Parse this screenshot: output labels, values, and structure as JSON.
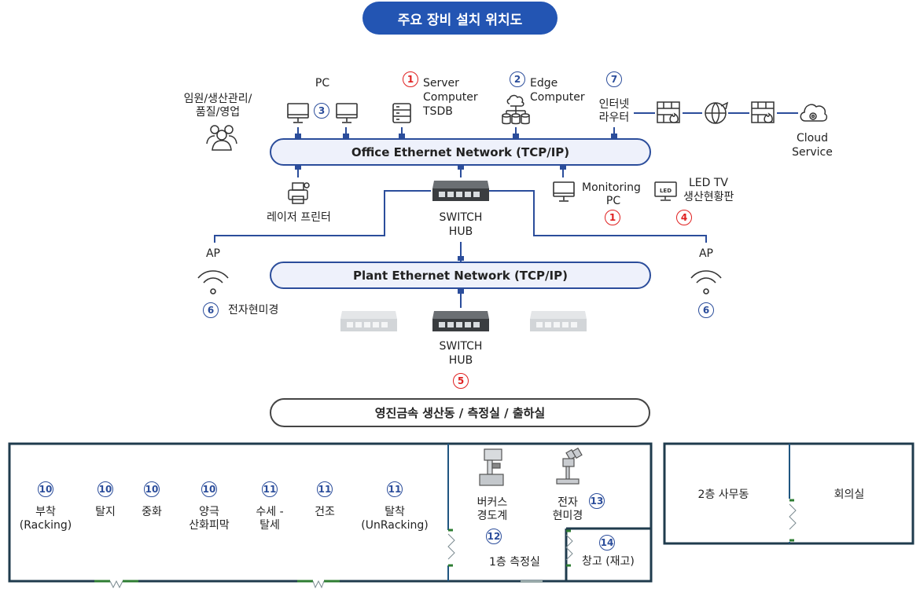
{
  "title": "주요 장비 설치 위치도",
  "colors": {
    "accent": "#2355b3",
    "line": "#2b4d9b",
    "red": "#e02020",
    "door": "#2e7d32"
  },
  "office_network": {
    "label": "Office Ethernet Network (TCP/IP)"
  },
  "plant_network": {
    "label": "Plant Ethernet Network (TCP/IP)"
  },
  "bottom_label": "영진금속 생산동 / 측정실 / 출하실",
  "top_devices": {
    "users_label_1": "임원/생산관리/",
    "users_label_2": "품질/영업",
    "pc_label": "PC",
    "pc_num": "3",
    "server_num": "1",
    "server_label_1": "Server",
    "server_label_2": "Computer",
    "server_label_3": "TSDB",
    "edge_num": "2",
    "edge_label_1": "Edge",
    "edge_label_2": "Computer",
    "router_num": "7",
    "router_label_1": "인터넷",
    "router_label_2": "라우터",
    "cloud_label_1": "Cloud",
    "cloud_label_2": "Service"
  },
  "mid_devices": {
    "printer_label": "레이저 프린터",
    "switch_label_1": "SWITCH",
    "switch_label_2": "HUB",
    "monitoring_label_1": "Monitoring",
    "monitoring_label_2": "PC",
    "monitoring_num": "1",
    "led_icon_text": "LED",
    "led_label_1": "LED TV",
    "led_label_2": "생산현황판",
    "led_num": "4",
    "ap_left_label": "AP",
    "ap_right_label": "AP",
    "microscope_num": "6",
    "microscope_label": "전자현미경",
    "ap_right_num": "6"
  },
  "plant_devices": {
    "switch_label_1": "SWITCH",
    "switch_label_2": "HUB",
    "switch_num": "5"
  },
  "floor": {
    "stations": [
      {
        "num": "10",
        "label_1": "부착",
        "label_2": "(Racking)"
      },
      {
        "num": "10",
        "label_1": "탈지",
        "label_2": ""
      },
      {
        "num": "10",
        "label_1": "중화",
        "label_2": ""
      },
      {
        "num": "10",
        "label_1": "양극",
        "label_2": "산화피막"
      },
      {
        "num": "11",
        "label_1": "수세 -",
        "label_2": "탈세"
      },
      {
        "num": "11",
        "label_1": "건조",
        "label_2": ""
      },
      {
        "num": "11",
        "label_1": "탈착",
        "label_2": "(UnRacking)"
      }
    ],
    "hardness_label_1": "버커스",
    "hardness_label_2": "경도계",
    "microscope_label_1": "전자",
    "microscope_label_2": "현미경",
    "microscope_num": "13",
    "measure_num": "12",
    "measure_label": "1층 측정실",
    "storage_num": "14",
    "storage_label": "창고 (재고)",
    "office_label": "2층 사무동",
    "meeting_label": "회의실"
  }
}
